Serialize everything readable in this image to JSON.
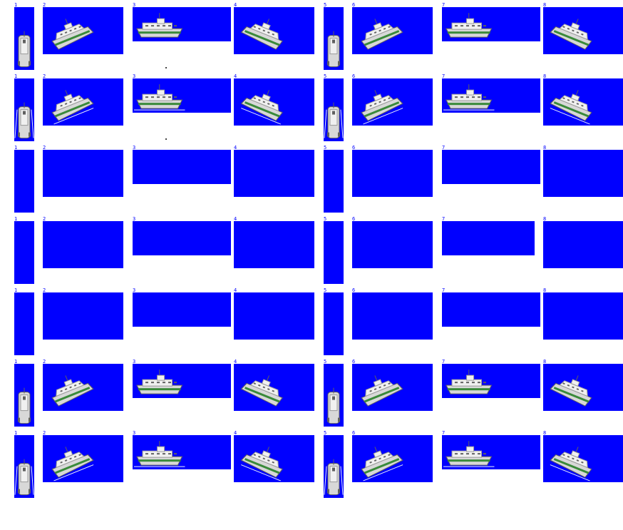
{
  "sheet": {
    "background": "#ffffff",
    "cell_color": "#0000ff",
    "label_color": "#0000ff",
    "frame_labels": [
      "1",
      "2",
      "3",
      "4",
      "5",
      "6",
      "7",
      "8"
    ]
  },
  "rows": [
    {
      "has_sprites": true,
      "variant": "calm"
    },
    {
      "has_sprites": true,
      "variant": "wake"
    },
    {
      "has_sprites": false,
      "variant": "empty"
    },
    {
      "has_sprites": false,
      "variant": "empty"
    },
    {
      "has_sprites": false,
      "variant": "empty"
    },
    {
      "has_sprites": true,
      "variant": "calm"
    },
    {
      "has_sprites": true,
      "variant": "wake"
    }
  ],
  "sprite_icons": [
    "ferry-south-icon",
    "ferry-southwest-icon",
    "ferry-west-icon",
    "ferry-northwest-icon",
    "ferry-north-icon",
    "ferry-northeast-icon",
    "ferry-east-icon",
    "ferry-southeast-icon"
  ]
}
